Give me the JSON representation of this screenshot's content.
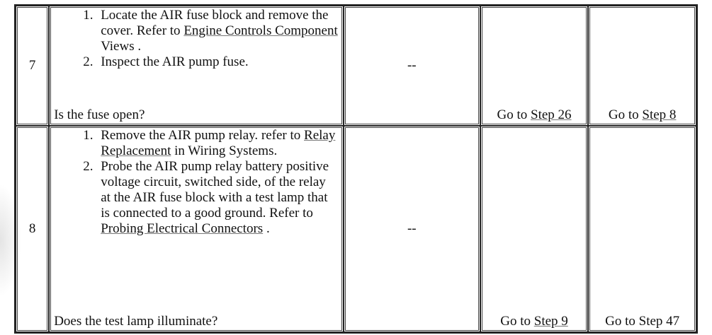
{
  "rows": [
    {
      "step": "7",
      "actions": [
        {
          "pre": "Locate the AIR fuse block and remove the cover. Refer to ",
          "link": "Engine Controls Component",
          "post": " Views ."
        },
        {
          "pre": "Inspect the AIR pump fuse.",
          "link": "",
          "post": ""
        }
      ],
      "question": "Is the fuse open?",
      "value": "--",
      "yes": {
        "pre": "Go to ",
        "link": "Step 26"
      },
      "no": {
        "pre": "Go to ",
        "link": "Step 8"
      }
    },
    {
      "step": "8",
      "actions": [
        {
          "pre": "Remove the AIR pump relay. refer to ",
          "link": "Relay Replacement",
          "post": " in Wiring Systems."
        },
        {
          "pre": "Probe the AIR pump relay battery positive voltage circuit, switched side, of the relay at the AIR fuse block with a test lamp that is connected to a good ground. Refer to ",
          "link": "Probing Electrical Connectors",
          "post": " ."
        }
      ],
      "question": "Does the test lamp illuminate?",
      "value": "--",
      "yes": {
        "pre": "Go to ",
        "link": "Step 9"
      },
      "no": {
        "pre": "Go to Step 47",
        "link": ""
      }
    }
  ]
}
